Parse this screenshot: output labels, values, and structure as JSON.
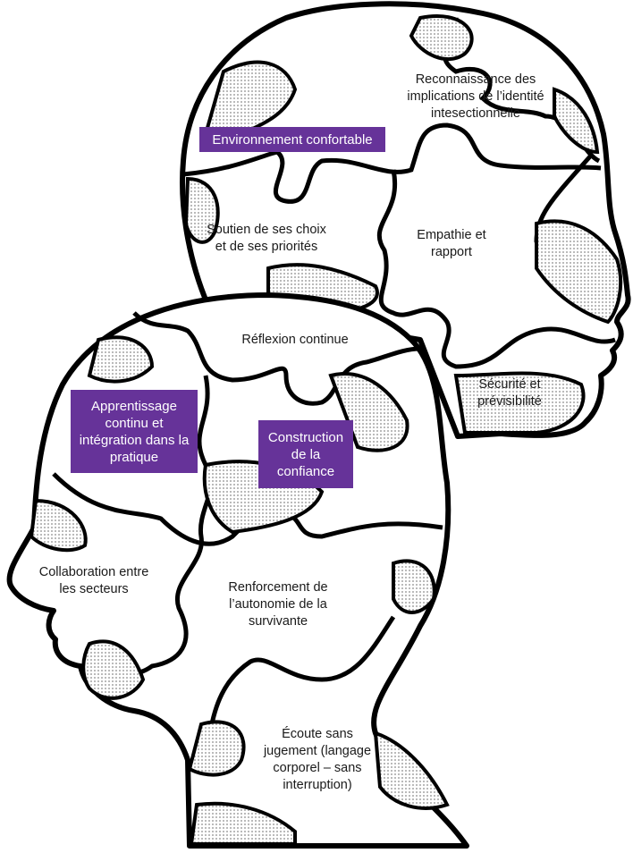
{
  "colors": {
    "accent": "#663399",
    "outline": "#000000",
    "dots": "#9a9a9a"
  },
  "back_head": {
    "pieces": [
      {
        "label": "Reconnaissance des implications de l’identité intesectionnelle"
      },
      {
        "label": "Environnement confortable",
        "highlighted": true
      },
      {
        "label": "Soutien de ses choix et de ses priorités"
      },
      {
        "label": "Empathie et rapport"
      },
      {
        "label": "Sécurité et prévisibilité"
      }
    ]
  },
  "front_head": {
    "pieces": [
      {
        "label": "Réflexion continue"
      },
      {
        "label": "Apprentissage continu et intégration dans la pratique",
        "highlighted": true
      },
      {
        "label": "Construction de la confiance",
        "highlighted": true
      },
      {
        "label": "Collaboration entre les secteurs"
      },
      {
        "label": "Renforcement de l’autonomie de la survivante"
      },
      {
        "label": "Écoute sans jugement (langage corporel – sans interruption)"
      }
    ]
  }
}
